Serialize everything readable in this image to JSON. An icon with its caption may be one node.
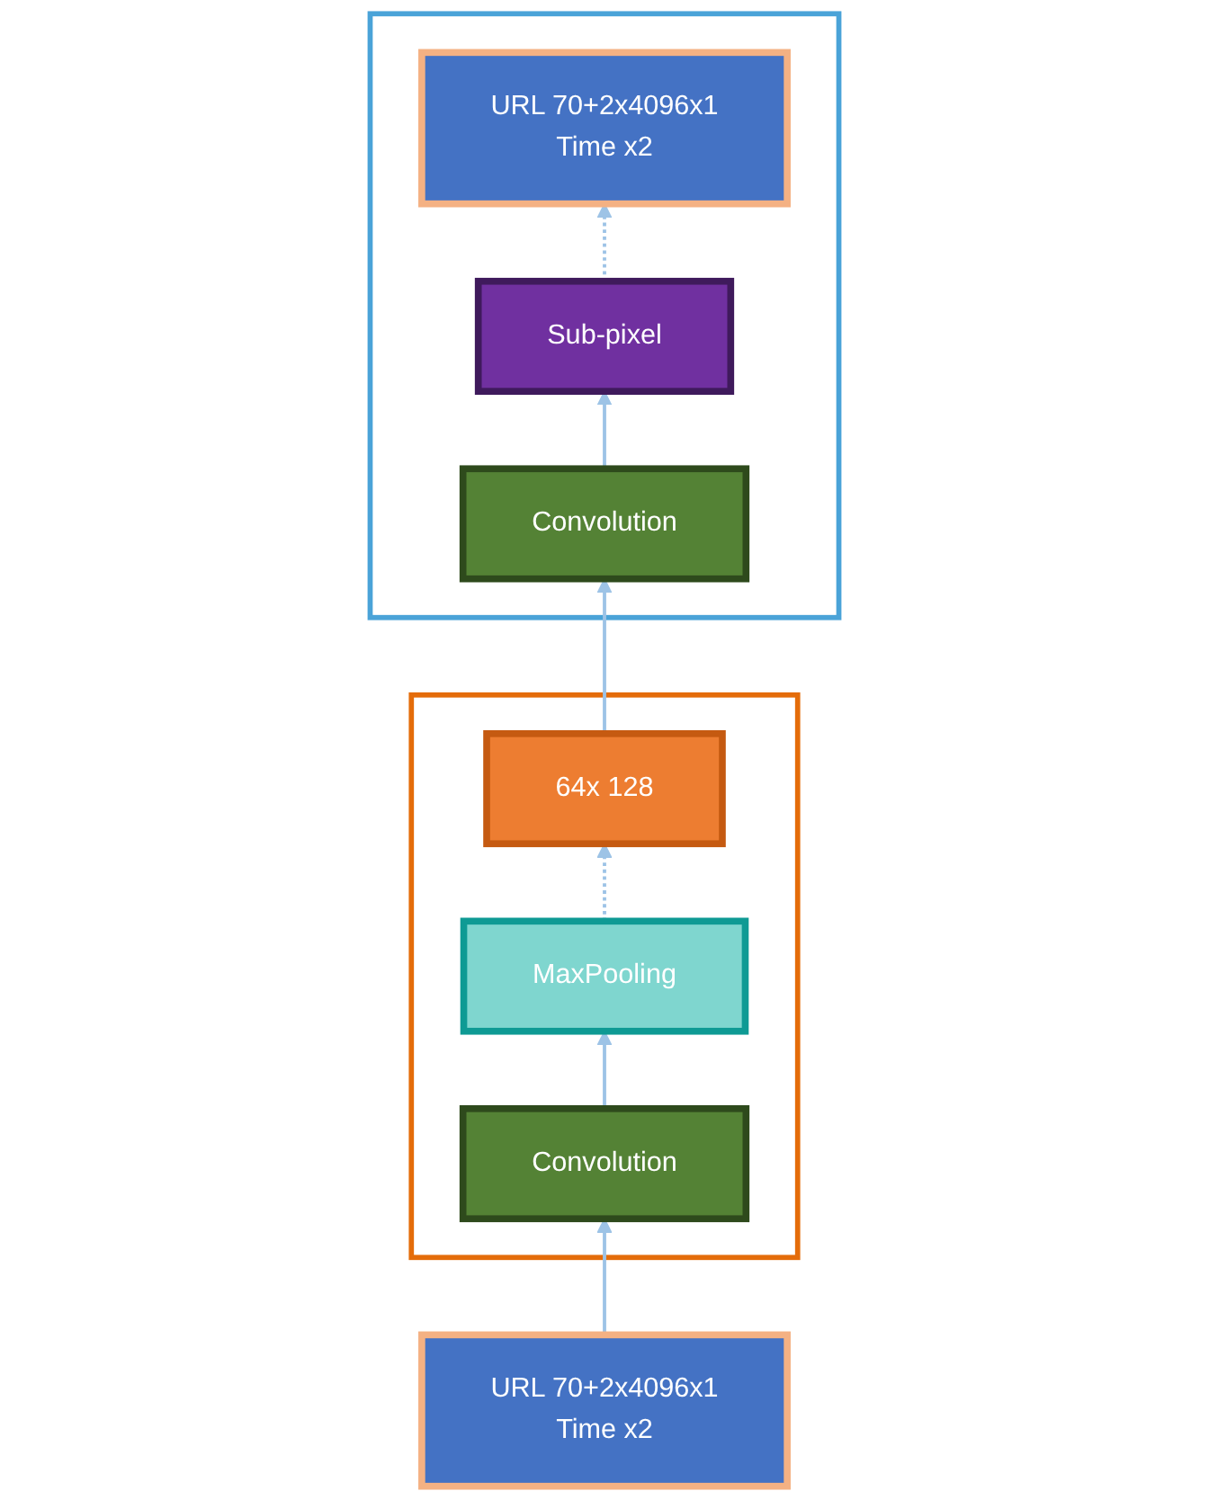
{
  "diagram": {
    "nodes": [
      {
        "text": [],
        "shape": "box"
      },
      {
        "text": [
          "URL 70+2x4096x1",
          "Time x2"
        ],
        "in": 0
      },
      {
        "text": [
          "Sub-pixel"
        ],
        "in": 0
      },
      {
        "text": [
          "Convolution"
        ],
        "in": 0
      },
      {
        "text": [],
        "shape": "box"
      },
      {
        "text": [
          "64x 128"
        ],
        "in": 4
      },
      {
        "text": [
          "MaxPooling"
        ],
        "in": 4
      },
      {
        "text": [
          "Convolution"
        ],
        "in": 4
      },
      {
        "text": [
          "URL 70+2x4096x1",
          "Time x2"
        ]
      }
    ],
    "edges": [
      {
        "from": 8,
        "to": 7,
        "arrow": "to"
      },
      {
        "from": 7,
        "to": 6,
        "arrow": "to"
      },
      {
        "from": 6,
        "to": 5,
        "arrow": "to",
        "style": "dashed"
      },
      {
        "from": 5,
        "to": 3,
        "arrow": "to"
      },
      {
        "from": 3,
        "to": 2,
        "arrow": "to"
      },
      {
        "from": 2,
        "to": 1,
        "arrow": "to",
        "style": "dashed"
      }
    ]
  }
}
